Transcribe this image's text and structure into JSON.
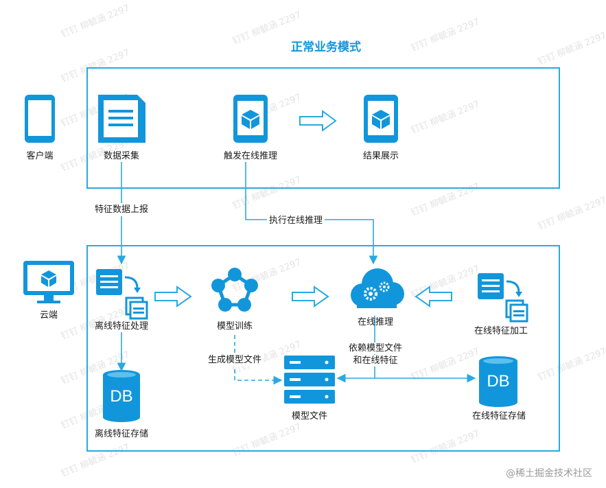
{
  "title": "正常业务模式",
  "client": {
    "device_label": "客户端",
    "data_collection": "数据采集",
    "trigger_inference": "触发在线推理",
    "result_display": "结果展示"
  },
  "cloud": {
    "device_label": "云端",
    "offline_processing": "离线特征处理",
    "model_training": "模型训练",
    "online_inference": "在线推理",
    "online_feature_processing": "在线特征加工",
    "offline_storage": "离线特征存储",
    "model_file": "模型文件",
    "online_storage": "在线特征存储",
    "db_text": "DB"
  },
  "edges": {
    "feature_report": "特征数据上报",
    "execute_inference": "执行在线推理",
    "generate_model_file": "生成模型文件",
    "depend_line1": "依赖模型文件",
    "depend_line2": "和在线特征"
  },
  "watermark": "钉钉 柳毓涵 2297",
  "footer": "@稀土掘金技术社区",
  "colors": {
    "accent": "#1296db",
    "frame": "#29a9e0",
    "icon": "#1296db"
  },
  "icons": [
    "phone-icon",
    "monitor-icon",
    "document-icon",
    "report-icon",
    "copy-icon",
    "network-icon",
    "cloud-gear-icon",
    "server-icon",
    "database-icon",
    "hollow-arrow-icon",
    "cube-icon"
  ]
}
